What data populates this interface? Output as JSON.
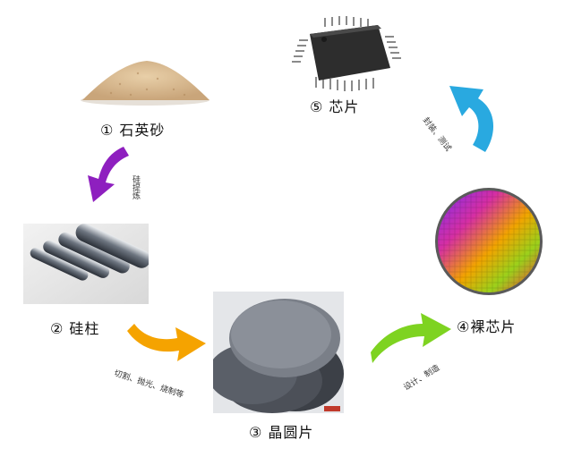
{
  "stages": {
    "quartz_sand": "① 石英砂",
    "silicon_rod": "② 硅柱",
    "wafer": "③ 晶圆片",
    "bare_die": "④裸芯片",
    "chip": "⑤ 芯片"
  },
  "processes": {
    "purify": "硅提炼",
    "slice": "切割、抛光、烧制等",
    "fabricate": "设计、制造",
    "package": "封装、测试"
  },
  "colors": {
    "arrow_purify": "#8e1fbf",
    "arrow_slice": "#f5a300",
    "arrow_fabricate": "#7ed321",
    "arrow_package": "#29a9e0"
  }
}
